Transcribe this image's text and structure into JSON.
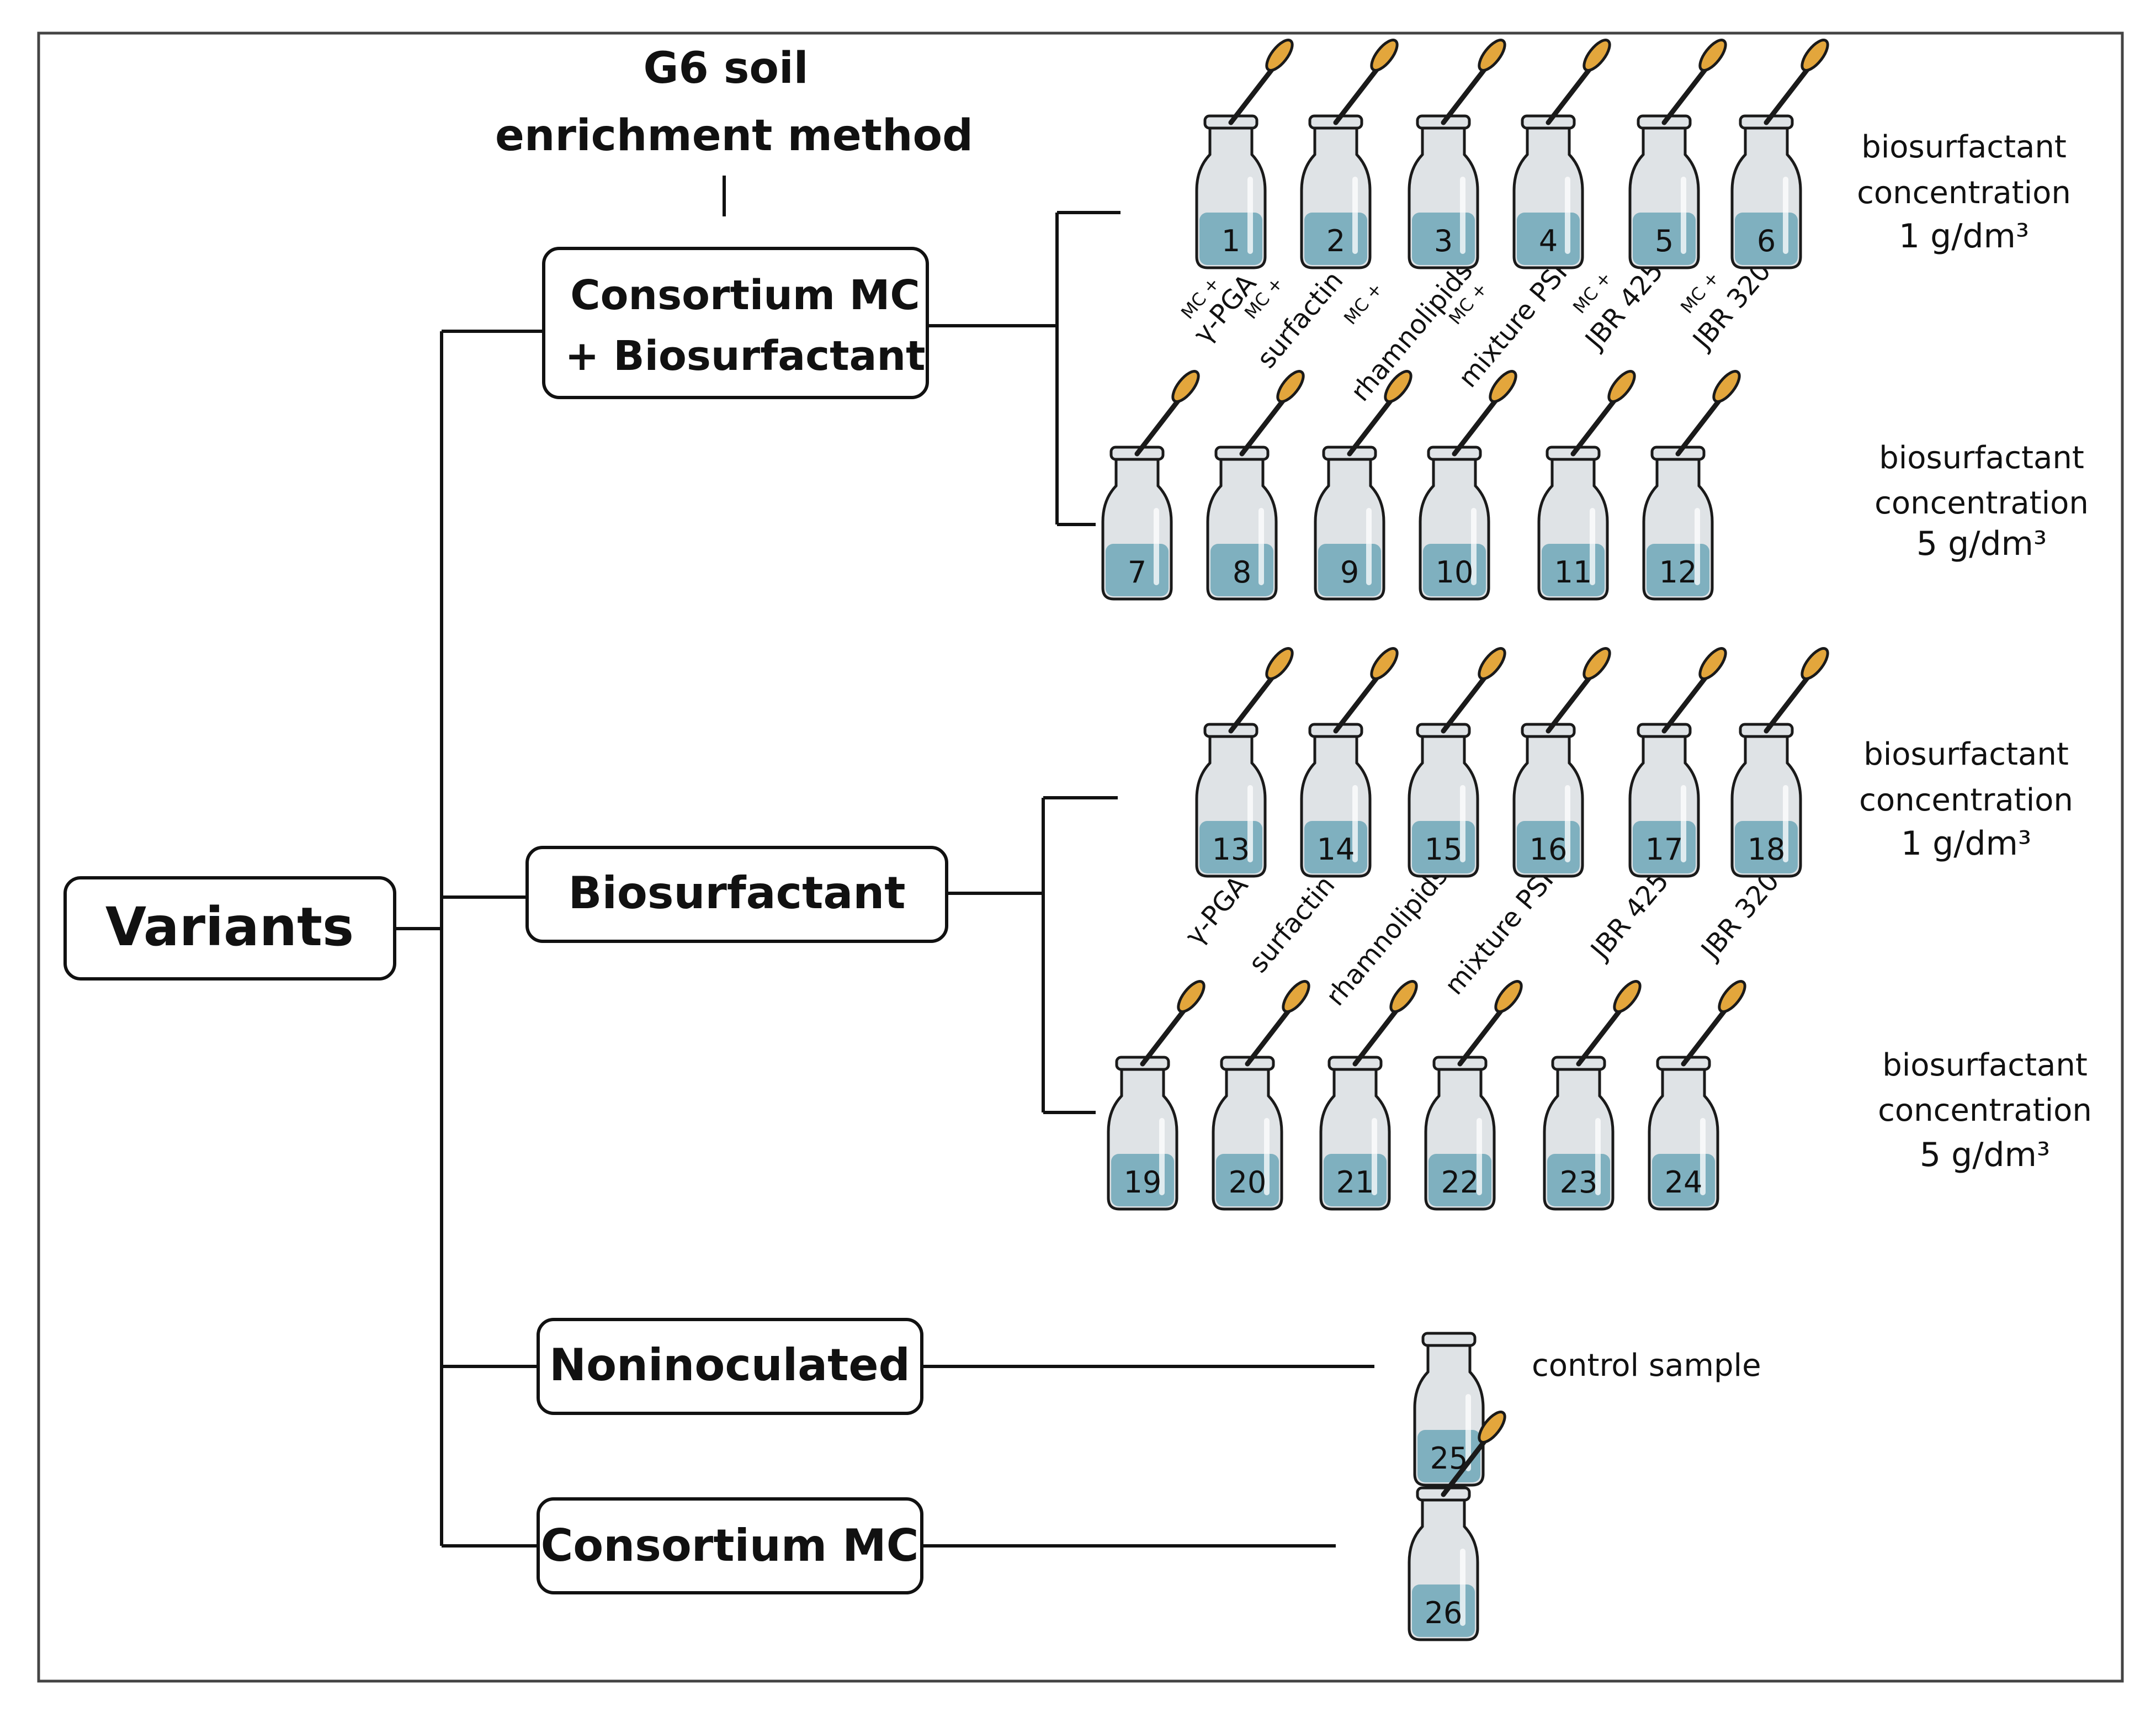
{
  "title": {
    "line1": "G6 soil",
    "line2": "enrichment method"
  },
  "root": {
    "label": "Variants"
  },
  "groups": [
    {
      "line1": "Consortium MC",
      "line2": "+ Biosurfactant"
    },
    {
      "line1": "Biosurfactant"
    },
    {
      "line1": "Noninoculated"
    },
    {
      "line1": "Consortium MC"
    }
  ],
  "concentration_labels": [
    {
      "line1": "biosurfactant",
      "line2": "concentration",
      "value": "1 g/dm³"
    },
    {
      "line1": "biosurfactant",
      "line2": "concentration",
      "value": "5 g/dm³"
    },
    {
      "line1": "biosurfactant",
      "line2": "concentration",
      "value": "1 g/dm³"
    },
    {
      "line1": "biosurfactant",
      "line2": "concentration",
      "value": "5 g/dm³"
    }
  ],
  "biosurfactant_names": [
    "γ-PGA",
    "surfactin",
    "rhamnolipids",
    "mixture PSR",
    "JBR 425",
    "JBR 320"
  ],
  "mc_prefix": "MC +",
  "control_label": "control sample",
  "bottle_numbers": {
    "row1": [
      "1",
      "2",
      "3",
      "4",
      "5",
      "6"
    ],
    "row2": [
      "7",
      "8",
      "9",
      "10",
      "11",
      "12"
    ],
    "row3": [
      "13",
      "14",
      "15",
      "16",
      "17",
      "18"
    ],
    "row4": [
      "19",
      "20",
      "21",
      "22",
      "23",
      "24"
    ],
    "control": [
      "25"
    ],
    "consortium": [
      "26"
    ]
  },
  "colors": {
    "liquid": "#7fb0bf",
    "bottle_glass": "#dfe3e6",
    "bottle_outline": "#1a1a1a",
    "dropper_bulb": "#e3a63c",
    "line": "#111111"
  }
}
